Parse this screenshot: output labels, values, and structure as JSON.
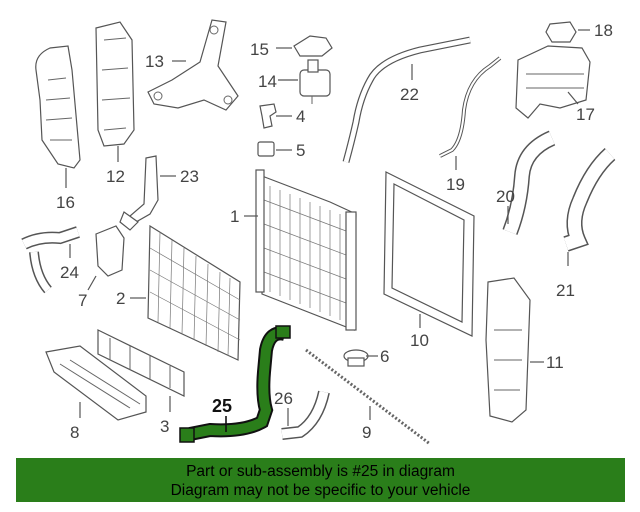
{
  "diagram": {
    "highlighted_part": "25",
    "highlight_color": "#2a7e1a",
    "callouts": [
      "1",
      "2",
      "3",
      "4",
      "5",
      "6",
      "7",
      "8",
      "9",
      "10",
      "11",
      "12",
      "13",
      "14",
      "15",
      "16",
      "17",
      "18",
      "19",
      "20",
      "21",
      "22",
      "23",
      "24",
      "25",
      "26"
    ]
  },
  "banner": {
    "line1": "Part or sub-assembly is #25 in diagram",
    "line2": "Diagram may not be specific to your vehicle",
    "background": "#2a7e1a"
  }
}
